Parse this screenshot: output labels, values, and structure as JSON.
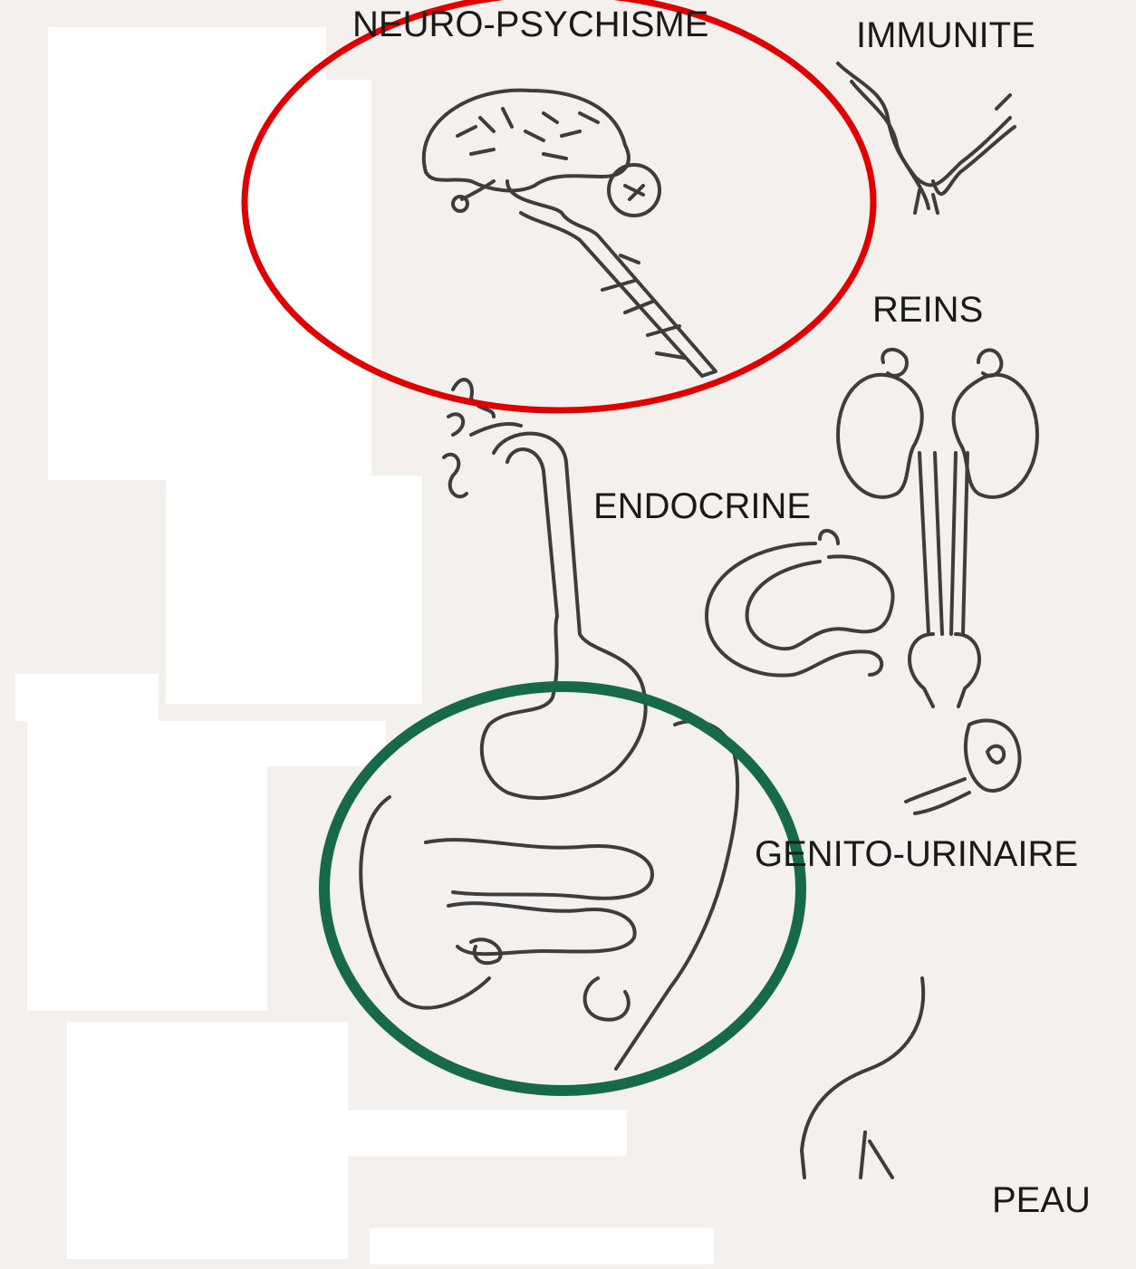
{
  "labels": {
    "neuro": "NEURO-PSYCHISME",
    "immunite": "IMMUNITE",
    "reins": "REINS",
    "endocrine": "ENDOCRINE",
    "genito": "GENITO-URINAIRE",
    "peau": "PEAU"
  },
  "colors": {
    "paper": "#f3f0ed",
    "ink": "#3d3d3d",
    "red_circle": "#e00000",
    "green_circle": "#16694a"
  }
}
